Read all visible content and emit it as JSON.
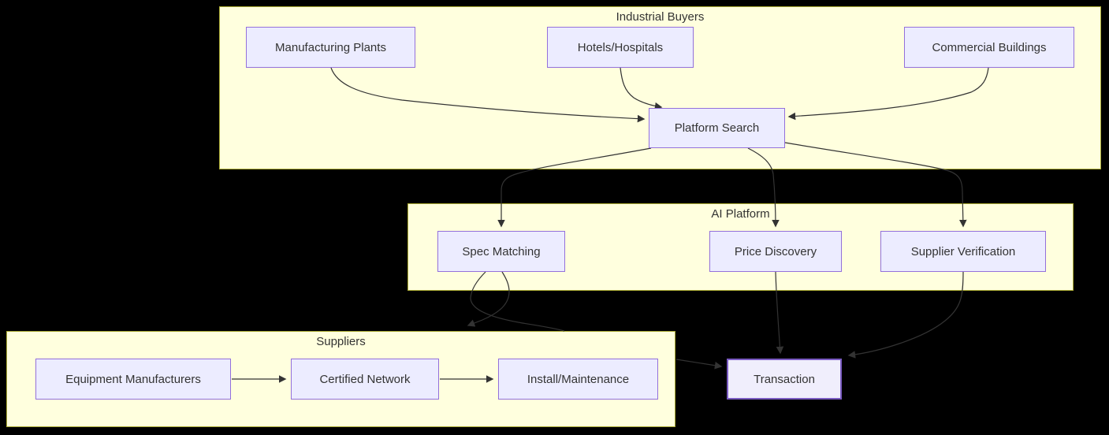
{
  "diagram": {
    "groups": {
      "industrial_buyers": {
        "label": "Industrial Buyers"
      },
      "ai_platform": {
        "label": "AI Platform"
      },
      "suppliers": {
        "label": "Suppliers"
      }
    },
    "nodes": {
      "manufacturing_plants": {
        "label": "Manufacturing Plants"
      },
      "hotels_hospitals": {
        "label": "Hotels/Hospitals"
      },
      "commercial_buildings": {
        "label": "Commercial Buildings"
      },
      "platform_search": {
        "label": "Platform Search"
      },
      "spec_matching": {
        "label": "Spec Matching"
      },
      "price_discovery": {
        "label": "Price Discovery"
      },
      "supplier_verification": {
        "label": "Supplier Verification"
      },
      "equipment_manufacturers": {
        "label": "Equipment Manufacturers"
      },
      "certified_network": {
        "label": "Certified Network"
      },
      "install_maintenance": {
        "label": "Install/Maintenance"
      },
      "transaction": {
        "label": "Transaction"
      }
    },
    "edges": [
      {
        "from": "manufacturing_plants",
        "to": "platform_search"
      },
      {
        "from": "hotels_hospitals",
        "to": "platform_search"
      },
      {
        "from": "commercial_buildings",
        "to": "platform_search"
      },
      {
        "from": "platform_search",
        "to": "spec_matching"
      },
      {
        "from": "platform_search",
        "to": "price_discovery"
      },
      {
        "from": "platform_search",
        "to": "supplier_verification"
      },
      {
        "from": "spec_matching",
        "to": "suppliers"
      },
      {
        "from": "suppliers",
        "to": "transaction"
      },
      {
        "from": "price_discovery",
        "to": "transaction"
      },
      {
        "from": "supplier_verification",
        "to": "transaction"
      },
      {
        "from": "equipment_manufacturers",
        "to": "certified_network"
      },
      {
        "from": "certified_network",
        "to": "install_maintenance"
      }
    ],
    "colors": {
      "background": "#000000",
      "group_fill": "#ffffde",
      "group_border": "#aaaa33",
      "node_fill": "#ececff",
      "node_border": "#9370db",
      "transaction_fill": "#f0eefc",
      "transaction_border": "#7a5bc2",
      "edge_color": "#333333",
      "text_color": "#333333"
    }
  }
}
